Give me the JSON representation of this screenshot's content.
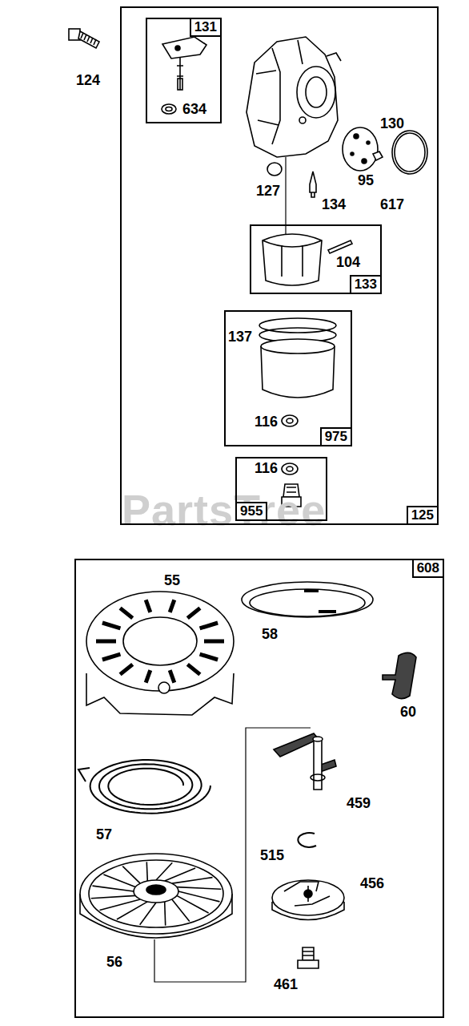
{
  "diagram": {
    "nodes": [
      {
        "text": [
          "125"
        ]
      },
      {
        "text": [
          "131"
        ],
        "in": 0
      },
      {
        "text": [
          "133"
        ],
        "in": 0
      },
      {
        "text": [
          "975"
        ],
        "in": 0
      },
      {
        "text": [
          "955"
        ],
        "in": 0
      },
      {
        "text": [
          "608"
        ]
      }
    ],
    "labels": [
      "124",
      "634",
      "130",
      "127",
      "95",
      "134",
      "617",
      "104",
      "137",
      "116",
      "116",
      "55",
      "58",
      "60",
      "57",
      "459",
      "515",
      "456",
      "56",
      "461",
      "PartsTree"
    ]
  }
}
